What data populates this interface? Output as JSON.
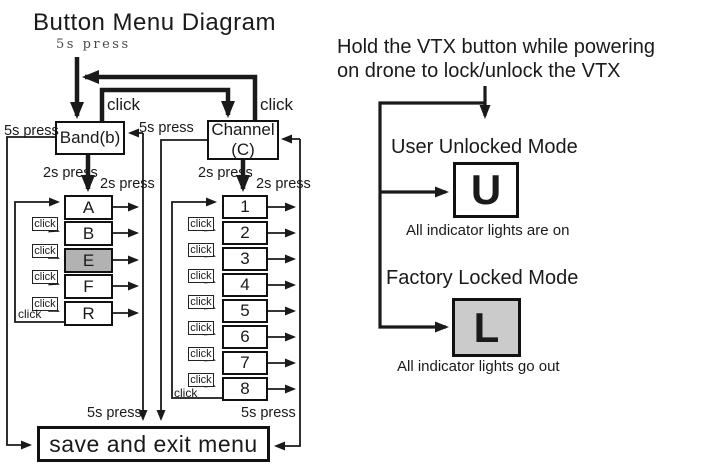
{
  "left_diagram": {
    "title": "Button Menu Diagram",
    "labels": {
      "press_5s": "5s press",
      "press_2s": "2s press",
      "click": "click"
    },
    "band_box_label": "Band(b)",
    "channel_box_line1": "Channel",
    "channel_box_line2": "(C)",
    "band_items": [
      "A",
      "B",
      "E",
      "F",
      "R"
    ],
    "band_selected_item": "E",
    "channel_items": [
      "1",
      "2",
      "3",
      "4",
      "5",
      "6",
      "7",
      "8"
    ],
    "save_box_label": "save and exit menu"
  },
  "right_diagram": {
    "heading_line1": "Hold the VTX button while powering",
    "heading_line2": "on drone to lock/unlock the VTX",
    "unlocked_mode": {
      "title": "User Unlocked Mode",
      "symbol": "U",
      "caption": "All indicator lights are on"
    },
    "locked_mode": {
      "title": "Factory Locked Mode",
      "symbol": "L",
      "caption": "All indicator lights go out"
    }
  },
  "colors": {
    "ink": "#1a1a1a",
    "selected_band_fill": "#b2b2b2",
    "locked_box_fill": "#cbcbcb"
  }
}
